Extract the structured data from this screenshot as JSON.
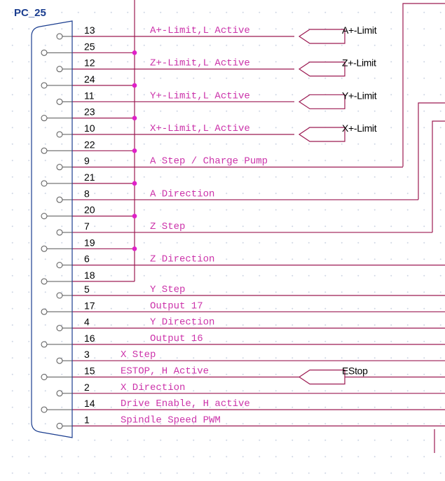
{
  "connector": {
    "ref": "PC_25",
    "pins": [
      {
        "num": "13",
        "signal": "A+-Limit,L Active",
        "label": "A+-Limit"
      },
      {
        "num": "25",
        "signal": "",
        "label": ""
      },
      {
        "num": "12",
        "signal": "Z+-Limit,L Active",
        "label": "Z+-Limit"
      },
      {
        "num": "24",
        "signal": "",
        "label": ""
      },
      {
        "num": "11",
        "signal": "Y+-Limit,L Active",
        "label": "Y+-Limit"
      },
      {
        "num": "23",
        "signal": "",
        "label": ""
      },
      {
        "num": "10",
        "signal": "X+-Limit,L Active",
        "label": "X+-Limit"
      },
      {
        "num": "22",
        "signal": "",
        "label": ""
      },
      {
        "num": "9",
        "signal": "A Step / Charge Pump",
        "label": ""
      },
      {
        "num": "21",
        "signal": "",
        "label": ""
      },
      {
        "num": "8",
        "signal": "A Direction",
        "label": ""
      },
      {
        "num": "20",
        "signal": "",
        "label": ""
      },
      {
        "num": "7",
        "signal": "Z Step",
        "label": ""
      },
      {
        "num": "19",
        "signal": "",
        "label": ""
      },
      {
        "num": "6",
        "signal": "Z Direction",
        "label": ""
      },
      {
        "num": "18",
        "signal": "",
        "label": ""
      },
      {
        "num": "5",
        "signal": "Y Step",
        "label": ""
      },
      {
        "num": "17",
        "signal": "Output 17",
        "label": ""
      },
      {
        "num": "4",
        "signal": "Y Direction",
        "label": ""
      },
      {
        "num": "16",
        "signal": "Output 16",
        "label": ""
      },
      {
        "num": "3",
        "signal": "X Step",
        "label": ""
      },
      {
        "num": "15",
        "signal": "ESTOP, H Active",
        "label": "EStop"
      },
      {
        "num": "2",
        "signal": "X Direction",
        "label": ""
      },
      {
        "num": "14",
        "signal": "Drive Enable, H active",
        "label": ""
      },
      {
        "num": "1",
        "signal": "Spindle Speed PWM",
        "label": ""
      }
    ]
  },
  "colors": {
    "wire": "#9c1a52",
    "junction": "#e020c8",
    "body": "#1a3d8f",
    "pin": "#555555",
    "signal_text": "#cc33aa"
  }
}
